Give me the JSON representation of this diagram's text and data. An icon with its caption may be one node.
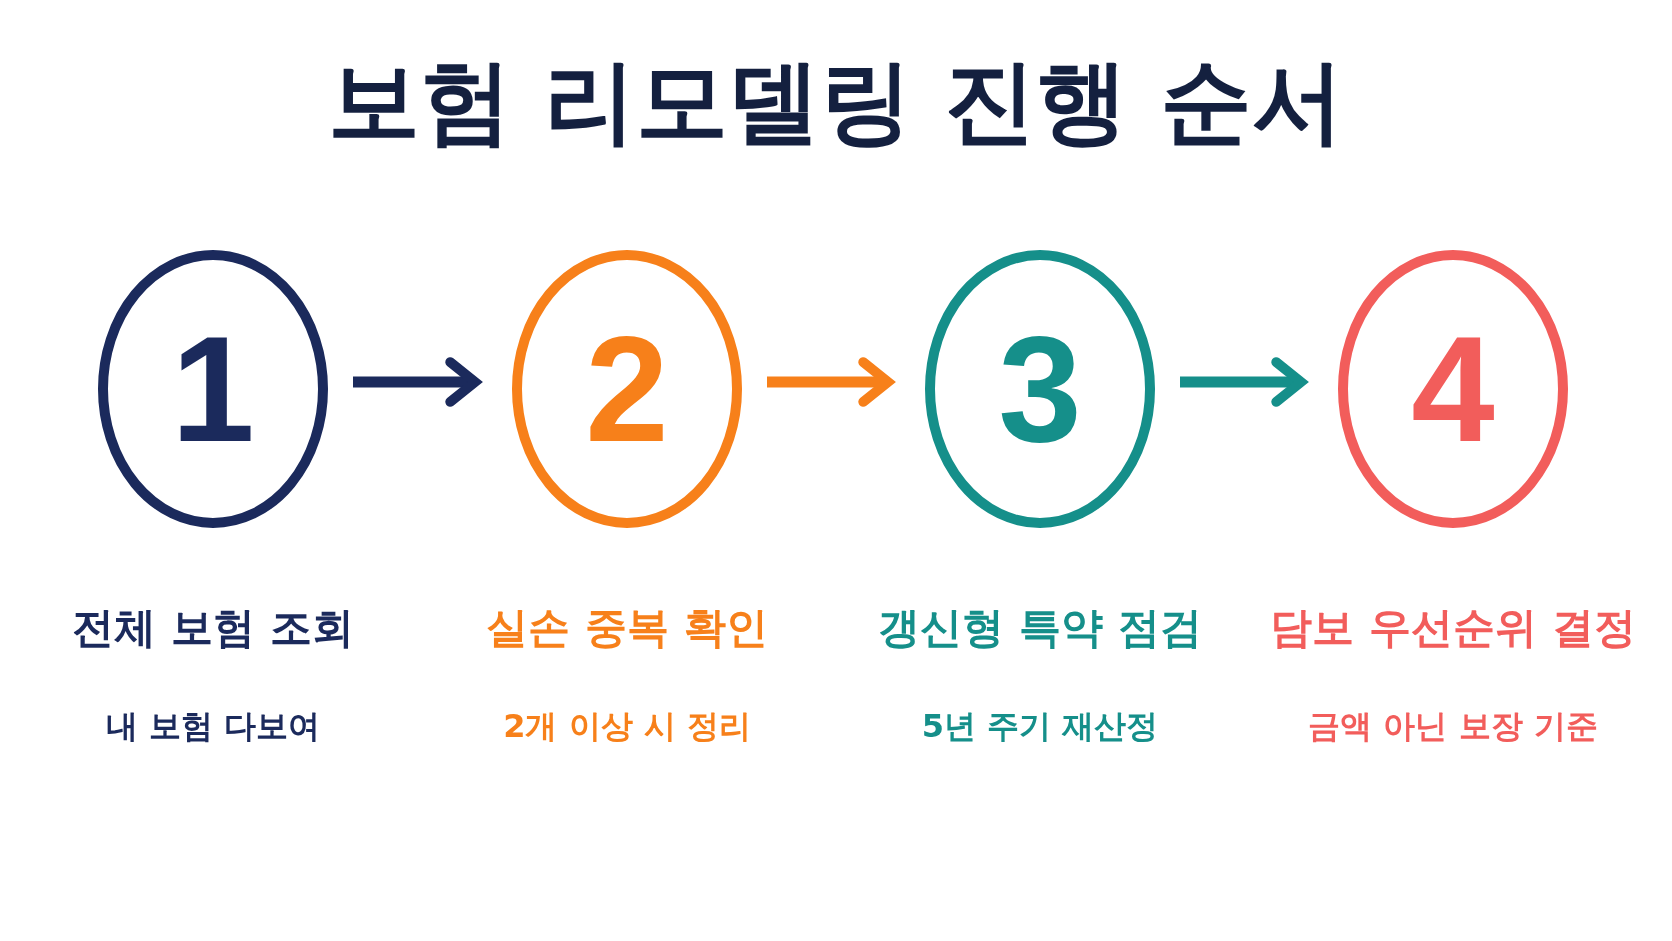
{
  "diagram": {
    "title": "보험 리모델링 진행 순서",
    "nodes": [
      {
        "text": [
          "1"
        ],
        "beside": [
          "전체 보험 조회",
          "내 보험 다보여"
        ]
      },
      {
        "text": [
          "2"
        ],
        "beside": [
          "실손 중복 확인",
          "2개 이상 시 정리"
        ]
      },
      {
        "text": [
          "3"
        ],
        "beside": [
          "갱신형 특약 점검",
          "5년 주기 재산정"
        ]
      },
      {
        "text": [
          "4"
        ],
        "beside": [
          "담보 우선순위 결정",
          "금액 아닌 보장 기준"
        ]
      }
    ],
    "edges": [
      {
        "from": 0,
        "to": 1,
        "arrow": "to",
        "color": "#1b2a5c"
      },
      {
        "from": 1,
        "to": 2,
        "arrow": "to",
        "color": "#f7801a"
      },
      {
        "from": 2,
        "to": 3,
        "arrow": "to",
        "color": "#158f8a"
      }
    ]
  }
}
